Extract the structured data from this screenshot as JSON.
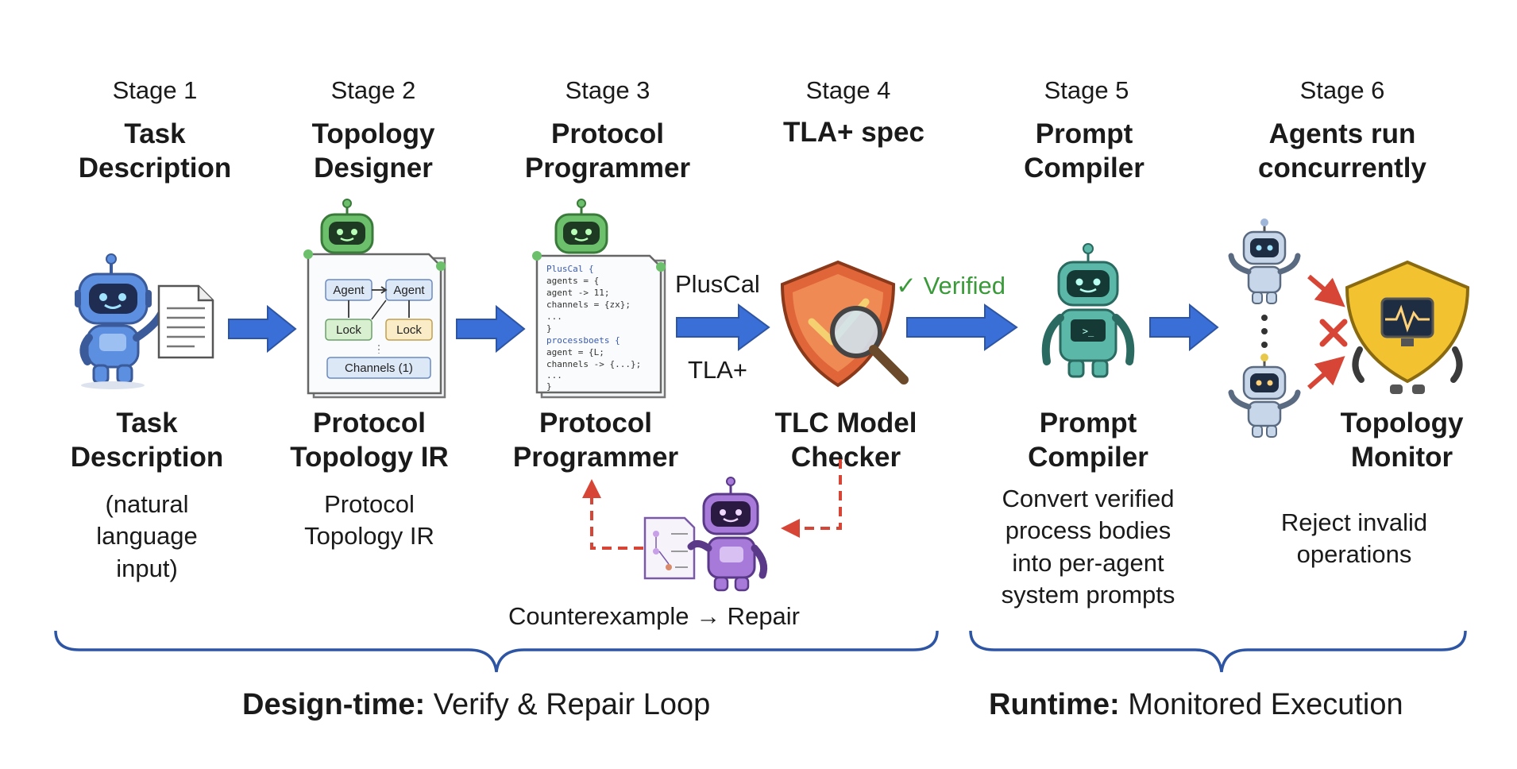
{
  "stages": [
    {
      "stage": "Stage 1",
      "title_l1": "Task",
      "title_l2": "Description",
      "label_l1": "Task",
      "label_l2": "Description",
      "desc": [
        "(natural",
        "language",
        "input)"
      ]
    },
    {
      "stage": "Stage 2",
      "title_l1": "Topology",
      "title_l2": "Designer",
      "label_l1": "Protocol",
      "label_l2": "Topology IR",
      "desc": [
        "Protocol",
        "Topology IR"
      ]
    },
    {
      "stage": "Stage 3",
      "title_l1": "Protocol",
      "title_l2": "Programmer",
      "label_l1": "Protocol",
      "label_l2": "Programmer"
    },
    {
      "stage": "Stage 4",
      "title_l1": "TLA+ spec",
      "label_l1": "TLC Model",
      "label_l2": "Checker"
    },
    {
      "stage": "Stage 5",
      "title_l1": "Prompt",
      "title_l2": "Compiler",
      "label_l1": "Prompt",
      "label_l2": "Compiler",
      "desc": [
        "Convert verified",
        "process bodies",
        "into per-agent",
        "system prompts"
      ]
    },
    {
      "stage": "Stage 6",
      "title_l1": "Agents run",
      "title_l2": "concurrently",
      "label_l1": "Topology",
      "label_l2": "Monitor",
      "desc": [
        "Reject invalid",
        "operations"
      ]
    }
  ],
  "ir_doc": {
    "agent_a": "Agent",
    "agent_b": "Agent",
    "lock_a": "Lock",
    "lock_b": "Lock",
    "channels": "Channels (1)"
  },
  "code_doc": {
    "lines": [
      "PlusCal {",
      "  agents = {",
      "   agent -> 11;",
      "   channels = {zx};",
      "   ...",
      "}",
      "processboets {",
      "  agent = {L;",
      "  channels -> {...};",
      "  ...",
      "}"
    ]
  },
  "arrows": {
    "pluscal": "PlusCal",
    "tla": "TLA+",
    "verified": "✓ Verified"
  },
  "loop": {
    "label": "Counterexample → Repair"
  },
  "footer": {
    "design_bold": "Design-time:",
    "design_rest": "Verify & Repair Loop",
    "runtime_bold": "Runtime:",
    "runtime_rest": "Monitored Execution"
  },
  "colors": {
    "arrow": "#3a6fd8",
    "bracket": "#2d55a3",
    "verified": "#3a9a3a",
    "repair": "#d64535",
    "robot_blue": "#5d8fe0",
    "robot_green": "#6cc06c",
    "robot_teal": "#5bb8a8",
    "robot_purple": "#a779d9",
    "shield_orange": "#e0663a",
    "shield_gold": "#f2c230"
  }
}
